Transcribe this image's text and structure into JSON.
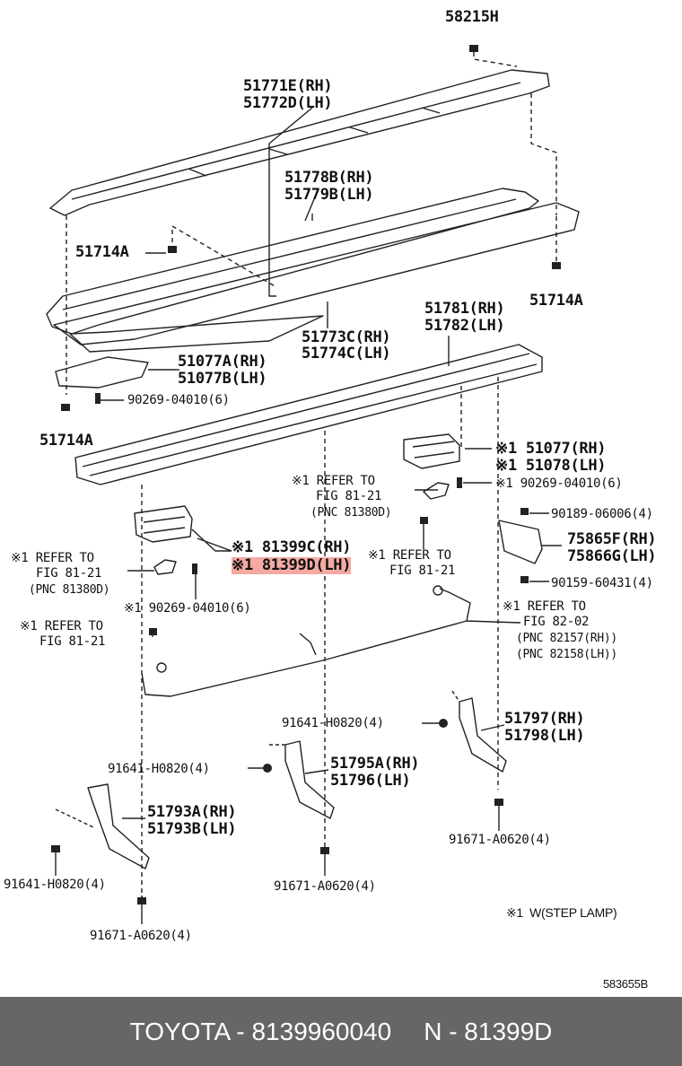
{
  "diagram": {
    "labels": {
      "p58215H": "58215H",
      "p51771E": "51771E(RH)",
      "p51772D": "51772D(LH)",
      "p51778B": "51778B(RH)",
      "p51779B": "51779B(LH)",
      "p51714A_1": "51714A",
      "p51714A_2": "51714A",
      "p51714A_3": "51714A",
      "p51773C": "51773C(RH)",
      "p51774C": "51774C(LH)",
      "p51781": "51781(RH)",
      "p51782": "51782(LH)",
      "p51077A": "51077A(RH)",
      "p51077B": "51077B(LH)",
      "p90269_top": "90269-04010(6)",
      "p51077": "※1 51077(RH)",
      "p51078": "※1 51078(LH)",
      "p90269_right": "※1 90269-04010(6)",
      "ref_top_1": "※1 REFER TO",
      "ref_top_2": "FIG 81-21",
      "ref_top_3": "(PNC 81380D)",
      "p90189": "90189-06006(4)",
      "p75865F": "75865F(RH)",
      "p75866G": "75866G(LH)",
      "p90159": "90159-60431(4)",
      "p81399C": "※1 81399C(RH)",
      "p81399D": "※1 81399D(LH)",
      "ref_mid_1": "※1 REFER TO",
      "ref_mid_2": "FIG 81-21",
      "ref_left_1": "※1 REFER TO",
      "ref_left_2": "FIG 81-21",
      "ref_left_3": "(PNC 81380D)",
      "p90269_left": "※1 90269-04010(6)",
      "ref_left2_1": "※1 REFER TO",
      "ref_left2_2": "FIG 81-21",
      "ref_82_1": "※1 REFER TO",
      "ref_82_2": "FIG 82-02",
      "ref_82_3": "(PNC 82157(RH))",
      "ref_82_4": "(PNC 82158(LH))",
      "p91641_a": "91641-H0820(4)",
      "p51797": "51797(RH)",
      "p51798": "51798(LH)",
      "p91641_b": "91641-H0820(4)",
      "p51795A": "51795A(RH)",
      "p51796": "51796(LH)",
      "p51793A": "51793A(RH)",
      "p51793B": "51793B(LH)",
      "p91671_a": "91671-A0620(4)",
      "p91641_c": "91641-H0820(4)",
      "p91671_b": "91671-A0620(4)",
      "p91671_c": "91671-A0620(4)",
      "note": "※1  W(STEP LAMP)",
      "drawing_code": "583655B"
    },
    "highlight_color": "#f4a9a3"
  },
  "footer": {
    "brand_part": "TOYOTA - 8139960040",
    "pnc": "N - 81399D"
  }
}
